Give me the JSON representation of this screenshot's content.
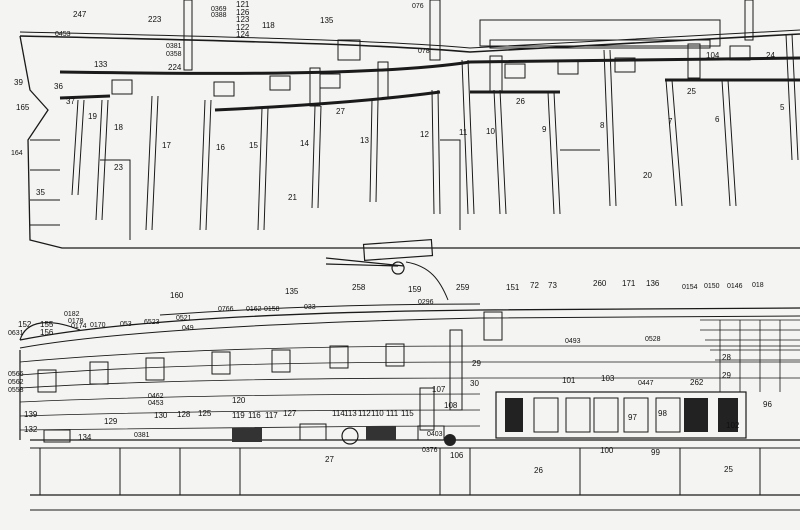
{
  "upper_section": {
    "labels": [
      {
        "id": "l247",
        "text": "247"
      },
      {
        "id": "l223",
        "text": "223"
      },
      {
        "id": "l0369",
        "text": "0369"
      },
      {
        "id": "l0388",
        "text": "0388"
      },
      {
        "id": "l121",
        "text": "121"
      },
      {
        "id": "l126",
        "text": "126"
      },
      {
        "id": "l123",
        "text": "123"
      },
      {
        "id": "l122",
        "text": "122"
      },
      {
        "id": "l124",
        "text": "124"
      },
      {
        "id": "l118",
        "text": "118"
      },
      {
        "id": "l135",
        "text": "135"
      },
      {
        "id": "l076",
        "text": "076"
      },
      {
        "id": "l0453",
        "text": "0453"
      },
      {
        "id": "l0381",
        "text": "0381"
      },
      {
        "id": "l0358",
        "text": "0358"
      },
      {
        "id": "l133",
        "text": "133"
      },
      {
        "id": "l224",
        "text": "224"
      },
      {
        "id": "l078",
        "text": "078"
      },
      {
        "id": "l104",
        "text": "104"
      },
      {
        "id": "l24",
        "text": "24"
      },
      {
        "id": "l25",
        "text": "25"
      },
      {
        "id": "l39",
        "text": "39"
      },
      {
        "id": "l36",
        "text": "36"
      },
      {
        "id": "l37",
        "text": "37"
      },
      {
        "id": "l165",
        "text": "165"
      },
      {
        "id": "l19",
        "text": "19"
      },
      {
        "id": "l18",
        "text": "18"
      },
      {
        "id": "l17",
        "text": "17"
      },
      {
        "id": "l16",
        "text": "16"
      },
      {
        "id": "l15",
        "text": "15"
      },
      {
        "id": "l14",
        "text": "14"
      },
      {
        "id": "l27",
        "text": "27"
      },
      {
        "id": "l13",
        "text": "13"
      },
      {
        "id": "l12",
        "text": "12"
      },
      {
        "id": "l11",
        "text": "11"
      },
      {
        "id": "l10",
        "text": "10"
      },
      {
        "id": "l26",
        "text": "26"
      },
      {
        "id": "l9",
        "text": "9"
      },
      {
        "id": "l8",
        "text": "8"
      },
      {
        "id": "l7",
        "text": "7"
      },
      {
        "id": "l6",
        "text": "6"
      },
      {
        "id": "l5",
        "text": "5"
      },
      {
        "id": "l164",
        "text": "164"
      },
      {
        "id": "l23",
        "text": "23"
      },
      {
        "id": "l21",
        "text": "21"
      },
      {
        "id": "l20",
        "text": "20"
      },
      {
        "id": "l35",
        "text": "35"
      }
    ]
  },
  "lower_section": {
    "labels": [
      {
        "id": "m160",
        "text": "160"
      },
      {
        "id": "m135",
        "text": "135"
      },
      {
        "id": "m258",
        "text": "258"
      },
      {
        "id": "m159",
        "text": "159"
      },
      {
        "id": "m259",
        "text": "259"
      },
      {
        "id": "m0296",
        "text": "0296"
      },
      {
        "id": "m033",
        "text": "033"
      },
      {
        "id": "m151",
        "text": "151"
      },
      {
        "id": "m72",
        "text": "72"
      },
      {
        "id": "m73",
        "text": "73"
      },
      {
        "id": "m260",
        "text": "260"
      },
      {
        "id": "m171",
        "text": "171"
      },
      {
        "id": "m136",
        "text": "136"
      },
      {
        "id": "m0154",
        "text": "0154"
      },
      {
        "id": "m0150",
        "text": "0150"
      },
      {
        "id": "m0146",
        "text": "0146"
      },
      {
        "id": "m018",
        "text": "018"
      },
      {
        "id": "m152",
        "text": "152"
      },
      {
        "id": "m155",
        "text": "155"
      },
      {
        "id": "m156",
        "text": "156"
      },
      {
        "id": "m0182",
        "text": "0182"
      },
      {
        "id": "m0178",
        "text": "0178"
      },
      {
        "id": "m0174",
        "text": "0174"
      },
      {
        "id": "m0170",
        "text": "0170"
      },
      {
        "id": "m053",
        "text": "053"
      },
      {
        "id": "m6523",
        "text": "6523"
      },
      {
        "id": "m0521",
        "text": "0521"
      },
      {
        "id": "m049",
        "text": "049"
      },
      {
        "id": "m0766",
        "text": "0766"
      },
      {
        "id": "m0162",
        "text": "0162"
      },
      {
        "id": "m0158",
        "text": "0158"
      },
      {
        "id": "m0631",
        "text": "0631"
      },
      {
        "id": "m0493",
        "text": "0493"
      },
      {
        "id": "m0528",
        "text": "0528"
      },
      {
        "id": "m28",
        "text": "28"
      },
      {
        "id": "m29a",
        "text": "29"
      },
      {
        "id": "m29b",
        "text": "29"
      },
      {
        "id": "m30",
        "text": "30"
      },
      {
        "id": "m107",
        "text": "107"
      },
      {
        "id": "m101",
        "text": "101"
      },
      {
        "id": "m103",
        "text": "103"
      },
      {
        "id": "m0447",
        "text": "0447"
      },
      {
        "id": "m262",
        "text": "262"
      },
      {
        "id": "m96",
        "text": "96"
      },
      {
        "id": "m98",
        "text": "98"
      },
      {
        "id": "m97",
        "text": "97"
      },
      {
        "id": "m102",
        "text": "102"
      },
      {
        "id": "m100",
        "text": "100"
      },
      {
        "id": "m99",
        "text": "99"
      },
      {
        "id": "m0566",
        "text": "0566"
      },
      {
        "id": "m0562",
        "text": "0562"
      },
      {
        "id": "m0558",
        "text": "0558"
      },
      {
        "id": "m0462",
        "text": "0462"
      },
      {
        "id": "m0453",
        "text": "0453"
      },
      {
        "id": "m139",
        "text": "139"
      },
      {
        "id": "m132",
        "text": "132"
      },
      {
        "id": "m134",
        "text": "134"
      },
      {
        "id": "m129",
        "text": "129"
      },
      {
        "id": "m130",
        "text": "130"
      },
      {
        "id": "m128",
        "text": "128"
      },
      {
        "id": "m125",
        "text": "125"
      },
      {
        "id": "m0381",
        "text": "0381"
      },
      {
        "id": "m120",
        "text": "120"
      },
      {
        "id": "m119",
        "text": "119"
      },
      {
        "id": "m116",
        "text": "116"
      },
      {
        "id": "m117",
        "text": "117"
      },
      {
        "id": "m127",
        "text": "127"
      },
      {
        "id": "m114",
        "text": "114"
      },
      {
        "id": "m113",
        "text": "113"
      },
      {
        "id": "m112",
        "text": "112"
      },
      {
        "id": "m110",
        "text": "110"
      },
      {
        "id": "m111",
        "text": "111"
      },
      {
        "id": "m115",
        "text": "115"
      },
      {
        "id": "m108",
        "text": "108"
      },
      {
        "id": "m0403",
        "text": "0403"
      },
      {
        "id": "m106",
        "text": "106"
      },
      {
        "id": "m0376",
        "text": "0376"
      },
      {
        "id": "m27",
        "text": "27"
      },
      {
        "id": "m26",
        "text": "26"
      },
      {
        "id": "m25",
        "text": "25"
      }
    ]
  }
}
